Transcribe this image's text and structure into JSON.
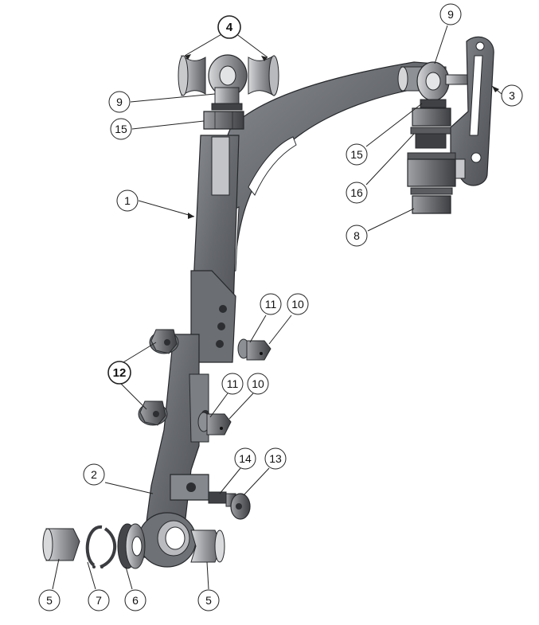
{
  "diagram": {
    "callouts": [
      {
        "id": "c4",
        "label": "4",
        "bold": true
      },
      {
        "id": "c9a",
        "label": "9"
      },
      {
        "id": "c15a",
        "label": "15"
      },
      {
        "id": "c1",
        "label": "1"
      },
      {
        "id": "c9b",
        "label": "9"
      },
      {
        "id": "c3",
        "label": "3"
      },
      {
        "id": "c15b",
        "label": "15"
      },
      {
        "id": "c16",
        "label": "16"
      },
      {
        "id": "c8",
        "label": "8"
      },
      {
        "id": "c11a",
        "label": "11"
      },
      {
        "id": "c10a",
        "label": "10"
      },
      {
        "id": "c12",
        "label": "12",
        "bold": true
      },
      {
        "id": "c11b",
        "label": "11"
      },
      {
        "id": "c10b",
        "label": "10"
      },
      {
        "id": "c14",
        "label": "14"
      },
      {
        "id": "c13",
        "label": "13"
      },
      {
        "id": "c2",
        "label": "2"
      },
      {
        "id": "c5a",
        "label": "5"
      },
      {
        "id": "c7",
        "label": "7"
      },
      {
        "id": "c6",
        "label": "6"
      },
      {
        "id": "c5b",
        "label": "5"
      }
    ],
    "colors": {
      "part_dark": "#5f6166",
      "part_mid": "#7d8086",
      "part_light": "#b3b5b9",
      "edge": "#26282b",
      "balloon_stroke": "#222222"
    }
  }
}
